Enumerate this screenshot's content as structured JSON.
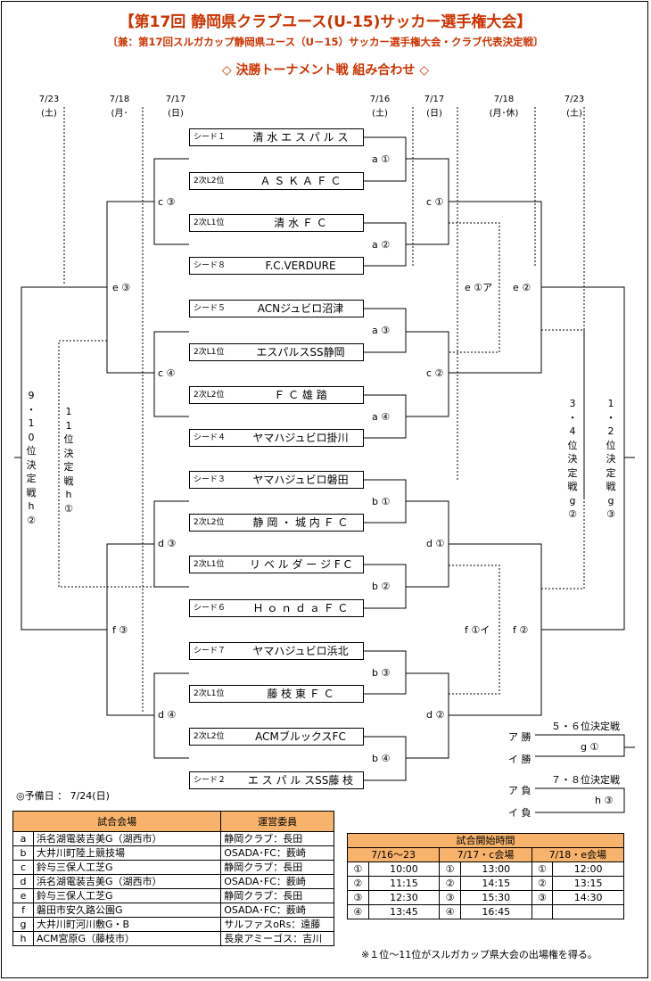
{
  "title": "【第17回  静岡県クラブユース(U-15)サッカー選手権大会】",
  "subtitle": "〔兼：第17回スルガカップ静岡県ユース（U－15）サッカー選手権大会・クラブ代表決定戦〕",
  "heading": "◇  決勝トーナメント戦  組み合わせ  ◇",
  "dates": [
    {
      "d": "7/23",
      "w": "(土)"
    },
    {
      "d": "7/18",
      "w": "(月･"
    },
    {
      "d": "7/17",
      "w": "(日)"
    },
    {
      "d": "7/16",
      "w": "(土)"
    },
    {
      "d": "7/17",
      "w": "(日)"
    },
    {
      "d": "7/18",
      "w": "(月･休)"
    },
    {
      "d": "7/23",
      "w": "(土)"
    }
  ],
  "teams": [
    {
      "seed": "シード１",
      "name": "清 水 エ ス パ ル ス"
    },
    {
      "seed": "2次L2位",
      "name": "Ａ Ｓ Ｋ Ａ   Ｆ Ｃ"
    },
    {
      "seed": "2次L1位",
      "name": "清   水   Ｆ   Ｃ"
    },
    {
      "seed": "シード８",
      "name": "F.C.VERDURE"
    },
    {
      "seed": "シード５",
      "name": "ACNジュビロ沼津"
    },
    {
      "seed": "2次L1位",
      "name": "エスパルスSS静岡"
    },
    {
      "seed": "2次L2位",
      "name": "Ｆ   Ｃ   雄   踏"
    },
    {
      "seed": "シード４",
      "name": "ヤマハジュビロ掛川"
    },
    {
      "seed": "シード３",
      "name": "ヤマハジュビロ磐田"
    },
    {
      "seed": "2次L2位",
      "name": "静 岡 ・ 城 内 Ｆ Ｃ"
    },
    {
      "seed": "2次L1位",
      "name": "リ ベ ル ダ ー ジ F C"
    },
    {
      "seed": "シード６",
      "name": "Ｈ ｏ ｎ ｄ ａ   Ｆ Ｃ"
    },
    {
      "seed": "シード７",
      "name": "ヤマハジュビロ浜北"
    },
    {
      "seed": "2次L1位",
      "name": "藤   枝   東   Ｆ   Ｃ"
    },
    {
      "seed": "2次L2位",
      "name": "ACMブルックスFC"
    },
    {
      "seed": "シード２",
      "name": "エ ス パ ル スSS藤 枝"
    }
  ],
  "match_labels": {
    "a1": "a ①",
    "a2": "a ②",
    "a3": "a ③",
    "a4": "a ④",
    "b1": "b ①",
    "b2": "b ②",
    "b3": "b ③",
    "b4": "b ④",
    "c3": "c ③",
    "c4": "c ④",
    "d3": "d ③",
    "d4": "d ④",
    "e3": "e ③",
    "f3": "f ③",
    "c1": "c ①",
    "c2": "c ②",
    "d1": "d ①",
    "d2": "d ②",
    "e1a": "e ①ア",
    "f1i": "f ①イ",
    "e2": "e ②",
    "f2": "f ②"
  },
  "vertical_labels": {
    "h2": "9・10位決定戦h②",
    "h1": "11位決定戦h①",
    "g2": "3・4位決定戦g②",
    "g3": "1・2位決定戦g③"
  },
  "place_matches": {
    "title56": "５・６位決定戦",
    "a_win": "ア 勝",
    "i_win": "イ 勝",
    "g1": "g ①",
    "title78": "７・８位決定戦",
    "a_lose": "ア 負",
    "i_lose": "イ 負",
    "h3": "h ③"
  },
  "reserve_day": "◎予備日 ： 7/24(日)",
  "venues": {
    "headers": [
      "試合会場",
      "運営委員"
    ],
    "rows": [
      [
        "a",
        "浜名湖電装吉美G（湖西市）",
        "静岡クラブ：長田"
      ],
      [
        "b",
        "大井川町陸上競技場",
        "OSADA･FC：薮崎"
      ],
      [
        "c",
        "鈴与三保人工芝G",
        "静岡クラブ：長田"
      ],
      [
        "d",
        "浜名湖電装吉美G（湖西市）",
        "OSADA･FC：薮崎"
      ],
      [
        "e",
        "鈴与三保人工芝G",
        "静岡クラブ：長田"
      ],
      [
        "f",
        "磐田市安久路公園G",
        "OSADA･FC：薮崎"
      ],
      [
        "g",
        "大井川町河川敷G・B",
        "サルファスoRs：遠藤"
      ],
      [
        "h",
        "ACM宮原G（藤枝市）",
        "長泉アミーゴス：吉川"
      ]
    ]
  },
  "times": {
    "title": "試合開始時間",
    "headers": [
      "7/16～23",
      "7/17・c会場",
      "7/18・e会場"
    ],
    "rows": [
      [
        "①",
        "10:00",
        "①",
        "13:00",
        "①",
        "12:00"
      ],
      [
        "②",
        "11:15",
        "②",
        "14:15",
        "②",
        "13:15"
      ],
      [
        "③",
        "12:30",
        "③",
        "15:30",
        "③",
        "14:30"
      ],
      [
        "④",
        "13:45",
        "④",
        "16:45",
        "",
        ""
      ]
    ]
  },
  "note": "※１位～11位がスルガカップ県大会の出場権を得る。"
}
